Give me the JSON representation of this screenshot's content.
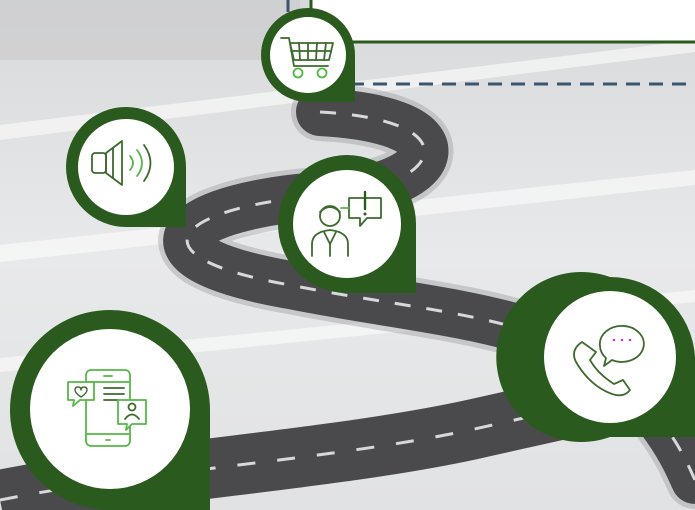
{
  "scene": {
    "colors": {
      "pin_green": "#2b5a1e",
      "icon_dark": "#3d6b2d",
      "icon_light": "#55b846",
      "road": "#4a4a4c",
      "road_marking": "#d7d8da",
      "banner_line": "#2b5a1e",
      "dashed_line": "#3a566e",
      "chat_dots": "#c03cc4"
    },
    "pins": [
      {
        "id": "cart",
        "icon": "shopping-cart-icon"
      },
      {
        "id": "speaker",
        "icon": "speaker-icon"
      },
      {
        "id": "consultant",
        "icon": "person-speech-bubble-icon"
      },
      {
        "id": "phone",
        "icon": "phone-chat-icon"
      },
      {
        "id": "mobile",
        "icon": "mobile-social-chat-icon"
      }
    ]
  }
}
